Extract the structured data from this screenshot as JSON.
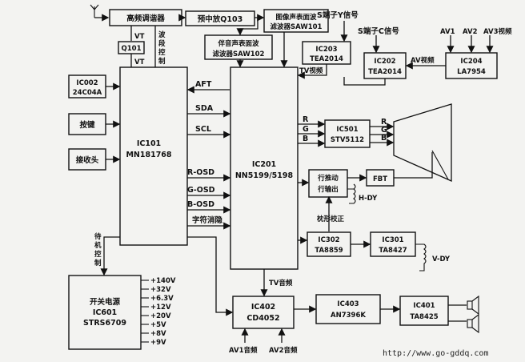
{
  "blocks": {
    "tuner": "高频调谐器",
    "q101": "Q101",
    "pre_if": "预中放Q103",
    "saw101_l1": "图像声表面波",
    "saw101_l2": "滤波器SAW101",
    "saw102_l1": "伴音声表面波",
    "saw102_l2": "滤波器SAW102",
    "ic203_l1": "IC203",
    "ic203_l2": "TEA2014",
    "ic202_l1": "IC202",
    "ic202_l2": "TEA2014",
    "ic204_l1": "IC204",
    "ic204_l2": "LA7954",
    "ic002_l1": "IC002",
    "ic002_l2": "24C04A",
    "keys": "按键",
    "receiver": "接收头",
    "ic101_l1": "IC101",
    "ic101_l2": "MN181768",
    "ic201_l1": "IC201",
    "ic201_l2": "NN5199/5198",
    "ic501_l1": "IC501",
    "ic501_l2": "STV5112",
    "hdrive_l1": "行推动",
    "hdrive_l2": "行输出",
    "fbt": "FBT",
    "ic302_l1": "IC302",
    "ic302_l2": "TA8859",
    "ic301_l1": "IC301",
    "ic301_l2": "TA8427",
    "psu_l1": "开关电源",
    "psu_l2": "IC601",
    "psu_l3": "STRS6709",
    "ic402_l1": "IC402",
    "ic402_l2": "CD4052",
    "ic403_l1": "IC403",
    "ic403_l2": "AN7396K",
    "ic401_l1": "IC401",
    "ic401_l2": "TA8425"
  },
  "labels": {
    "vt_top": "VT",
    "vt_bottom": "VT",
    "band_ctrl": [
      "波",
      "段",
      "控",
      "制"
    ],
    "standby_ctrl": [
      "待",
      "机",
      "控",
      "制"
    ],
    "aft": "AFT",
    "sda": "SDA",
    "scl": "SCL",
    "r_osd": "R-OSD",
    "g_osd": "G-OSD",
    "b_osd": "B-OSD",
    "blank": "字符消隐",
    "r": "R",
    "g": "G",
    "b": "B",
    "r2": "R",
    "g2": "G",
    "b2": "B",
    "s_y": "S端子Y信号",
    "s_c": "S端子C信号",
    "tv_video": "TV视频",
    "av_video": "AV视频",
    "av1": "AV1",
    "av2": "AV2",
    "av3": "AV3视频",
    "h_dy": "H-DY",
    "v_dy": "V-DY",
    "pincushion": "枕形校正",
    "tv_audio": "TV音频",
    "av1_audio": "AV1音频",
    "av2_audio": "AV2音频",
    "watermark": "http://www.go-gddq.com"
  },
  "power_rails": [
    "+140V",
    "+32V",
    "+6.3V",
    "+12V",
    "+20V",
    "+5V",
    "+8V",
    "+9V"
  ]
}
